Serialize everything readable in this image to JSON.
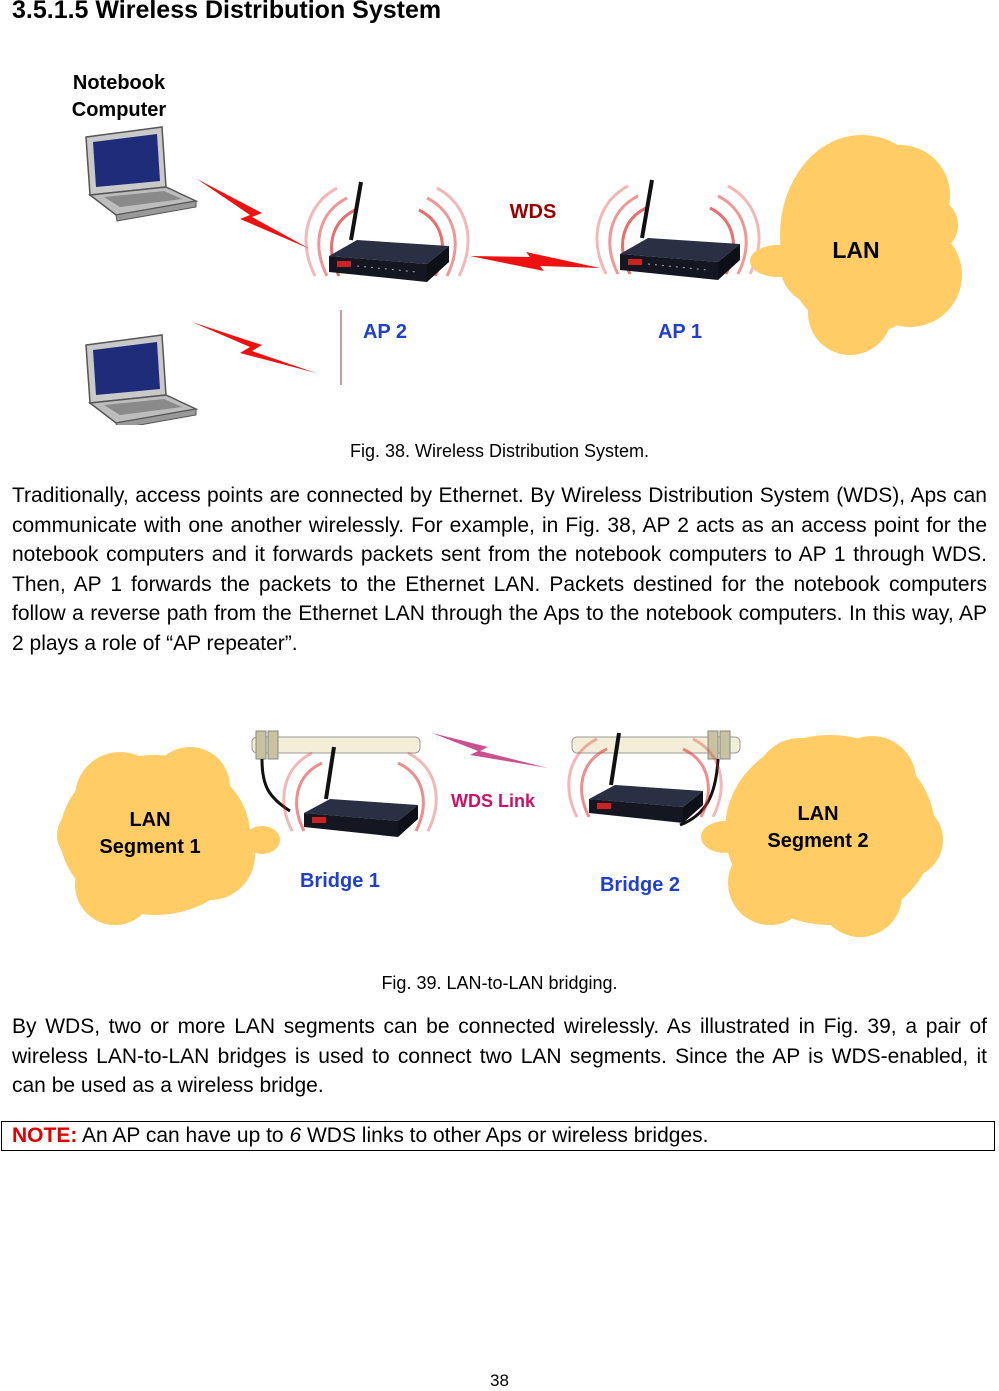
{
  "heading": "3.5.1.5 Wireless Distribution System",
  "figure1": {
    "notebook_label_line1": "Notebook",
    "notebook_label_line2": "Computer",
    "wds_label": "WDS",
    "lan_label": "LAN",
    "ap2_label": "AP 2",
    "ap1_label": "AP 1",
    "caption": "Fig. 38. Wireless Distribution System."
  },
  "paragraph1": "Traditionally, access points are connected by Ethernet. By Wireless Distribution System (WDS), Aps can communicate with one another wirelessly. For example, in Fig. 38, AP 2 acts as an access point for the notebook computers and it forwards packets sent from the notebook computers to AP 1 through WDS. Then, AP 1 forwards the packets to the Ethernet LAN. Packets destined for the notebook computers follow a reverse path from the Ethernet LAN through the Aps to the notebook computers. In this way, AP 2 plays a role of “AP repeater”.",
  "figure2": {
    "lan1_line1": "LAN",
    "lan1_line2": "Segment 1",
    "lan2_line1": "LAN",
    "lan2_line2": "Segment 2",
    "wds_link_label": "WDS Link",
    "bridge1_label": "Bridge 1",
    "bridge2_label": "Bridge 2",
    "caption": "Fig. 39. LAN-to-LAN bridging."
  },
  "paragraph2": "By WDS, two or more LAN segments can be connected wirelessly. As illustrated in Fig. 39, a pair of wireless LAN-to-LAN bridges is used to connect two LAN segments. Since the AP is WDS-enabled, it can be used as a wireless bridge.",
  "note": {
    "label": "NOTE:",
    "text_before": " An AP can have up to ",
    "number": "6",
    "text_after": " WDS links to other Aps or wireless bridges."
  },
  "page_number": "38",
  "colors": {
    "cloud": "#ffcc66",
    "lightning": "#ee1111",
    "wds_link_bolt": "#cc4f8f",
    "label_blue": "#1f3fcc",
    "wds_text": "#990000",
    "wds_link_text": "#cc1166"
  }
}
